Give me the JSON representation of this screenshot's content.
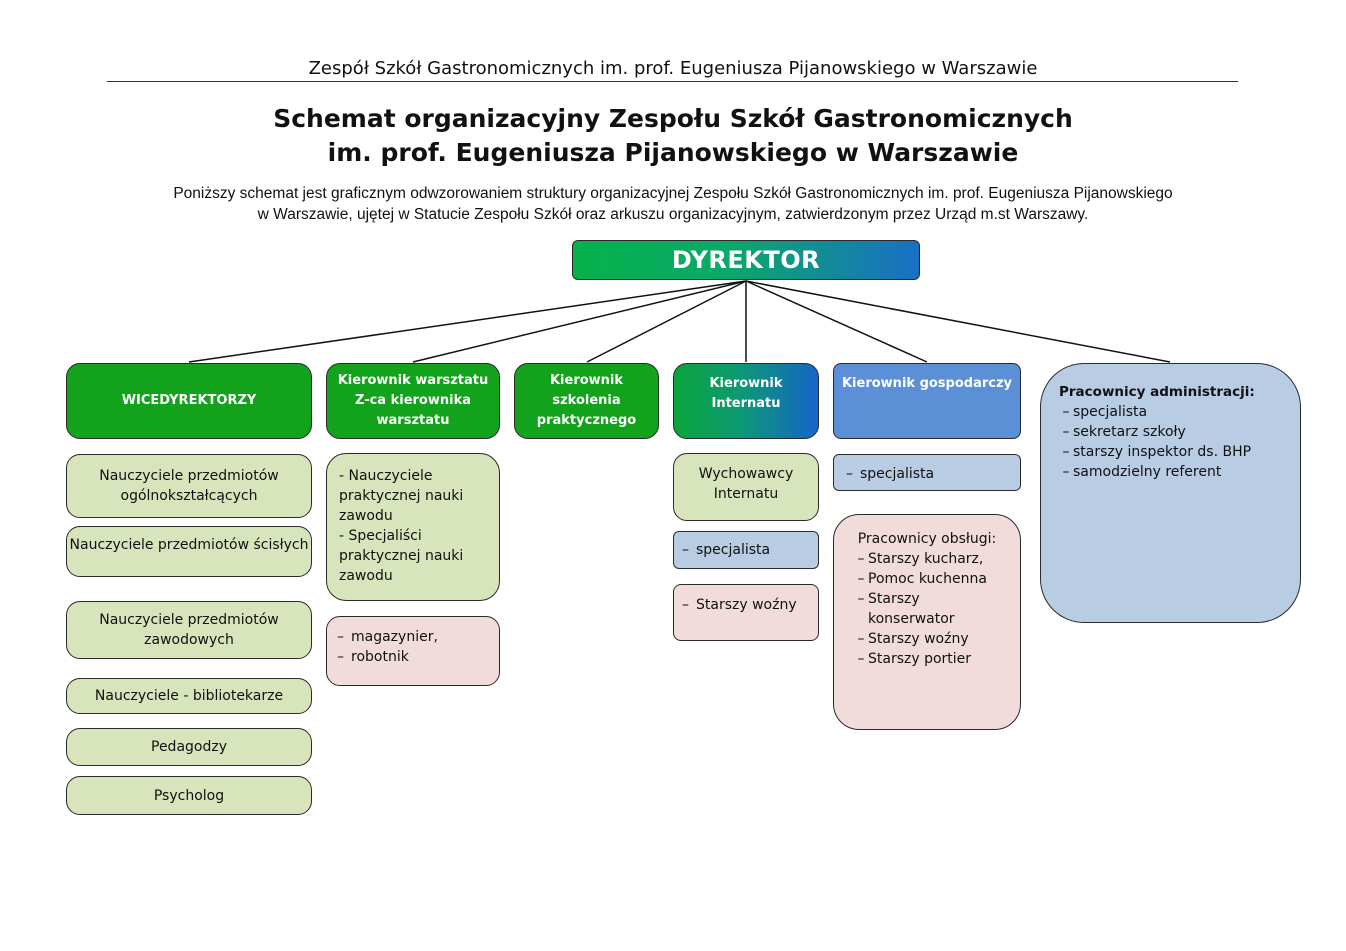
{
  "header": "Zespół Szkół Gastronomicznych im. prof. Eugeniusza Pijanowskiego w Warszawie",
  "title_line1": "Schemat organizacyjny Zespołu Szkół Gastronomicznych",
  "title_line2": "im. prof. Eugeniusza Pijanowskiego w Warszawie",
  "desc_line1": "Poniższy schemat jest graficznym odwzorowaniem struktury organizacyjnej Zespołu Szkół Gastronomicznych im. prof. Eugeniusza Pijanowskiego",
  "desc_line2": "w Warszawie, ujętej w Statucie Zespołu Szkół oraz arkuszu organizacyjnym, zatwierdzonym przez Urząd m.st Warszawy.",
  "director": "DYREKTOR",
  "col1": {
    "head": "WICEDYREKTORZY",
    "items": [
      "Nauczyciele przedmiotów ogólnokształcących",
      "Nauczyciele przedmiotów ścisłych",
      "Nauczyciele przedmiotów zawodowych",
      "Nauczyciele - bibliotekarze",
      "Pedagodzy",
      "Psycholog"
    ]
  },
  "col2": {
    "head_l1": "Kierownik warsztatu",
    "head_l2": "Z-ca kierownika",
    "head_l3": "warsztatu",
    "green": [
      "- Nauczyciele",
      "praktycznej nauki",
      "zawodu",
      "- Specjaliści",
      "praktycznej nauki",
      "zawodu"
    ],
    "pink": [
      "magazynier,",
      "robotnik"
    ]
  },
  "col3": {
    "head_l1": "Kierownik",
    "head_l2": "szkolenia",
    "head_l3": "praktycznego"
  },
  "col4": {
    "head_l1": "Kierownik",
    "head_l2": "Internatu",
    "green_l1": "Wychowawcy",
    "green_l2": "Internatu",
    "blue": "specjalista",
    "pink": "Starszy woźny"
  },
  "col5": {
    "head": "Kierownik gospodarczy",
    "blue": "specjalista",
    "pink_title": "Pracownicy obsługi:",
    "pink_items": [
      "Starszy kucharz,",
      "Pomoc kuchenna",
      "Starszy",
      "konserwator",
      "Starszy woźny",
      "Starszy portier"
    ]
  },
  "col6": {
    "title": "Pracownicy administracji:",
    "items": [
      "specjalista",
      "sekretarz szkoły",
      "starszy inspektor ds. BHP",
      "samodzielny referent"
    ]
  },
  "colors": {
    "dark_green": "#13a21b",
    "light_green": "#d8e4bc",
    "light_blue": "#b8cce4",
    "light_pink": "#f2dcdb",
    "blue": "#5b8fd6"
  }
}
